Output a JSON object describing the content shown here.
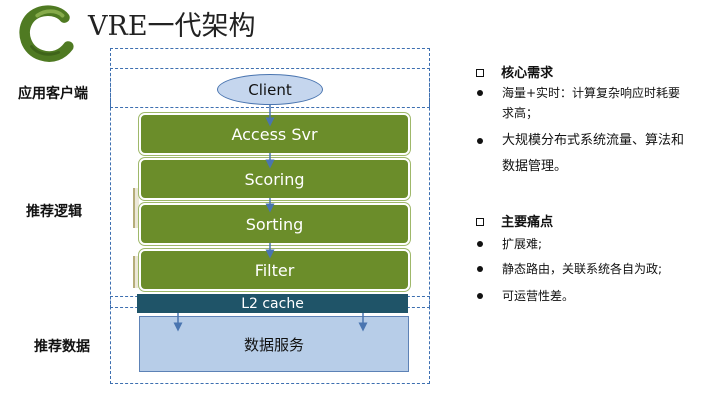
{
  "header": {
    "title": "VRE一代架构",
    "logo_icon": "green-brush-c-logo"
  },
  "sections": {
    "client_label": "应用客户端",
    "logic_label": "推荐逻辑",
    "data_label": "推荐数据"
  },
  "diagram": {
    "client": "Client",
    "access": "Access Svr",
    "scoring": "Scoring",
    "sorting": "Sorting",
    "filter": "Filter",
    "l2cache": "L2 cache",
    "data_service": "数据服务"
  },
  "right": {
    "core_title": "核心需求",
    "core_items": [
      {
        "line1": "海量+实时：计算复杂响应时耗要",
        "line2": "求高；"
      },
      {
        "line1": "大规模分布式系统流量、算法和",
        "line2": "数据管理。"
      }
    ],
    "pain_title": "主要痛点",
    "pain_items": [
      "扩展难;",
      "静态路由，关联系统各自为政;",
      "可运营性差。"
    ]
  },
  "colors": {
    "green_box": "#6b8d2a",
    "cache_bar": "#1f5468",
    "data_box": "#b7cde8",
    "client_fill": "#c5d6ee",
    "dashed_frame": "#3d6fb0"
  }
}
